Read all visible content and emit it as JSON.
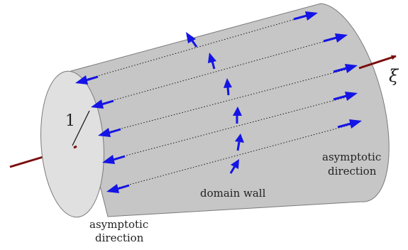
{
  "diagram": {
    "radius_label": "1",
    "axis_label": "ξ",
    "domain_wall_label": "domain wall",
    "asymptotic_left": {
      "line1": "asymptotic",
      "line2": "direction"
    },
    "asymptotic_right": {
      "line1": "asymptotic",
      "line2": "direction"
    }
  },
  "colors": {
    "cylinder_body": "#c6c6c6",
    "end_cap": "#e0e0e0",
    "outline": "#7a7a7a",
    "arrow": "#1414e6",
    "axis": "#7a0d0d",
    "guide_line": "#1a1a1a"
  }
}
